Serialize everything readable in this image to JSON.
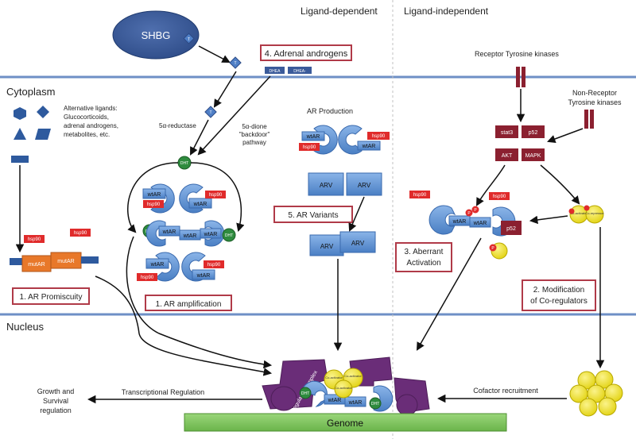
{
  "headers": {
    "ligand_dependent": "Ligand-dependent",
    "ligand_independent": "Ligand-independent"
  },
  "compartments": {
    "cytoplasm": "Cytoplasm",
    "nucleus": "Nucleus"
  },
  "molecules": {
    "shbg": "SHBG",
    "t": "T",
    "dht": "DHT",
    "dhea": "DHEA",
    "dhea_s": "DHEA-",
    "wtar": "wtAR",
    "mutar": "mutAR",
    "hsp90": "hsp90",
    "arv": "ARV",
    "stat3": "stat3",
    "p52": "p52",
    "akt": "AKT",
    "mapk": "MAPK",
    "p": "P",
    "coactivator": "Co-activator",
    "corepressor": "Co-repressor",
    "coregulator_complex": "Coregulator Complex",
    "genome": "Genome"
  },
  "labels": {
    "alt_ligands_1": "Alternative ligands:",
    "alt_ligands_2": "Glucocorticoids,",
    "alt_ligands_3": "adrenal androgens,",
    "alt_ligands_4": "metabolites, etc.",
    "five_alpha_reductase": "5α-reductase",
    "backdoor_1": "5α-dione",
    "backdoor_2": "\"backdoor\"",
    "backdoor_3": "pathway",
    "ar_production": "AR Production",
    "rtk": "Receptor Tyrosine kinases",
    "nrtk_1": "Non-Receptor",
    "nrtk_2": "Tyrosine kinases",
    "growth_1": "Growth and",
    "growth_2": "Survival",
    "growth_3": "regulation",
    "transcriptional_regulation": "Transcriptional Regulation",
    "cofactor_recruitment": "Cofactor recruitment"
  },
  "mechanisms": {
    "adrenal_androgens": "4. Adrenal androgens",
    "ar_variants": "5. AR Variants",
    "aberrant_activation_1": "3. Aberrant",
    "aberrant_activation_2": "Activation",
    "ar_promiscuity": "1. AR Promiscuity",
    "ar_amplification": "1. AR amplification",
    "modification_coregulators_1": "2. Modification",
    "modification_coregulators_2": "of Co-regulators"
  },
  "colors": {
    "membrane": "#6e8fc6",
    "receptor_blue": "#5b8fd0",
    "hsp90_red": "#e02b2b",
    "dht_green": "#2e8b3e",
    "kinase_maroon": "#8b2030",
    "coregulator_yellow": "#f0e020",
    "complex_purple": "#6a2d78",
    "genome_green": "#7dc45a",
    "mechanism_border": "#b03a48",
    "mutar_orange": "#e8782a",
    "shbg_navy": "#33538e"
  }
}
